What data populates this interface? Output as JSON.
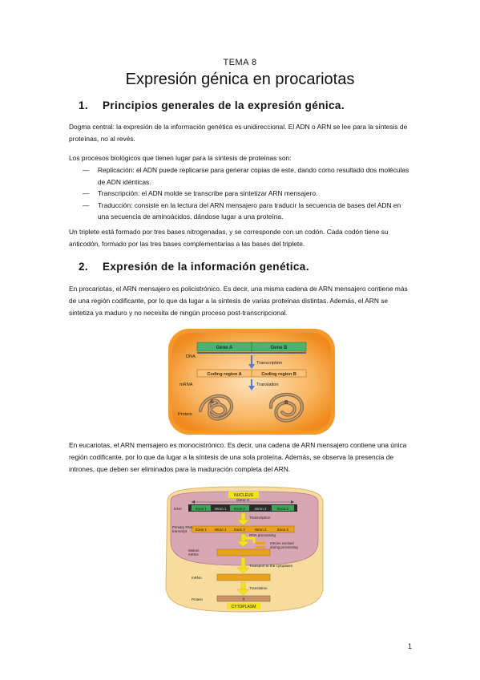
{
  "header": {
    "tema": "TEMA 8",
    "title": "Expresión génica en procariotas"
  },
  "section1": {
    "number": "1.",
    "heading": "Principios generales de la expresión génica.",
    "p1": "Dogma central: la expresión de la información genética es unidireccional. El ADN o ARN se lee para la síntesis de proteínas, no al revés.",
    "p2": "Los procesos biológicos que tienen lugar para la síntesis de proteínas son:",
    "list": [
      "Replicación: el ADN puede replicarse para generar copias de este, dando como resultado dos moléculas de ADN idénticas.",
      "Transcripción: el ADN molde se transcribe para sintetizar ARN mensajero.",
      "Traducción: consiste en la lectura del ARN mensajero para traducir la secuencia de bases del ADN en una secuencia de aminoácidos, dándose lugar a una proteína."
    ],
    "bullet": "—",
    "p3": "Un triplete está formado por tres bases nitrogenadas, y se corresponde con un codón. Cada codón tiene su anticodón, formado por las tres bases complementarias a las bases del triplete."
  },
  "section2": {
    "number": "2.",
    "heading": "Expresión de la información genética.",
    "p1": "En procariotas, el ARN mensajero es policistrónico. Es decir, una misma cadena de ARN mensajero contiene más de una región codificante, por lo que da lugar a la síntesis de varias proteínas distintas. Además, el ARN se sintetiza ya maduro y no necesita de ningún proceso post-transcripcional.",
    "p2": "En eucariotas, el ARN mensajero es monocistrónico. Es decir, una cadena de ARN mensajero contiene una única región codificante, por lo que da lugar a la síntesis de una sola proteína. Además, se observa la presencia de intrones, que deben ser eliminados para la maduración completa del ARN."
  },
  "figure1": {
    "dna": "DNA",
    "gene_a": "Gene A",
    "gene_b": "Gene B",
    "transcription": "Transcription",
    "mrna": "mRNA",
    "coding_a": "Coding region A",
    "coding_b": "Coding region B",
    "translation": "Translation",
    "protein": "Protein",
    "label_a": "A",
    "label_b": "B"
  },
  "figure2": {
    "nucleus": "NUCLEUS",
    "gene_x": "Gene X",
    "dna": "DNA",
    "exon1": "Exon 1",
    "intron1": "Intron 1",
    "exon2": "Exon 2",
    "intron2": "Intron 2",
    "exon3": "Exon 3",
    "transcription": "Transcription",
    "primary_rna": "Primary RNA",
    "transcript": "transcript",
    "rna_processing": "RNA processing",
    "introns_excised": "Introns excised",
    "during_processing": "during processing",
    "mature": "Mature",
    "mrna_label": "mRNA",
    "transport": "Transport to the cytoplasm",
    "mrna": "mRNA",
    "translation": "Translation",
    "protein": "Protein",
    "x": "X",
    "cytoplasm": "CYTOPLASM"
  },
  "footer": {
    "page_number": "1"
  },
  "colors": {
    "orange_cell": "#f39a2b",
    "gene_green": "#2fa05a",
    "eukaryote_nucleus": "#d9a6b4",
    "eukaryote_cytoplasm": "#f7dc9e",
    "exon_green": "#3aa656",
    "exon_orange": "#e9a21d",
    "arrow_yellow": "#f4e21c"
  }
}
